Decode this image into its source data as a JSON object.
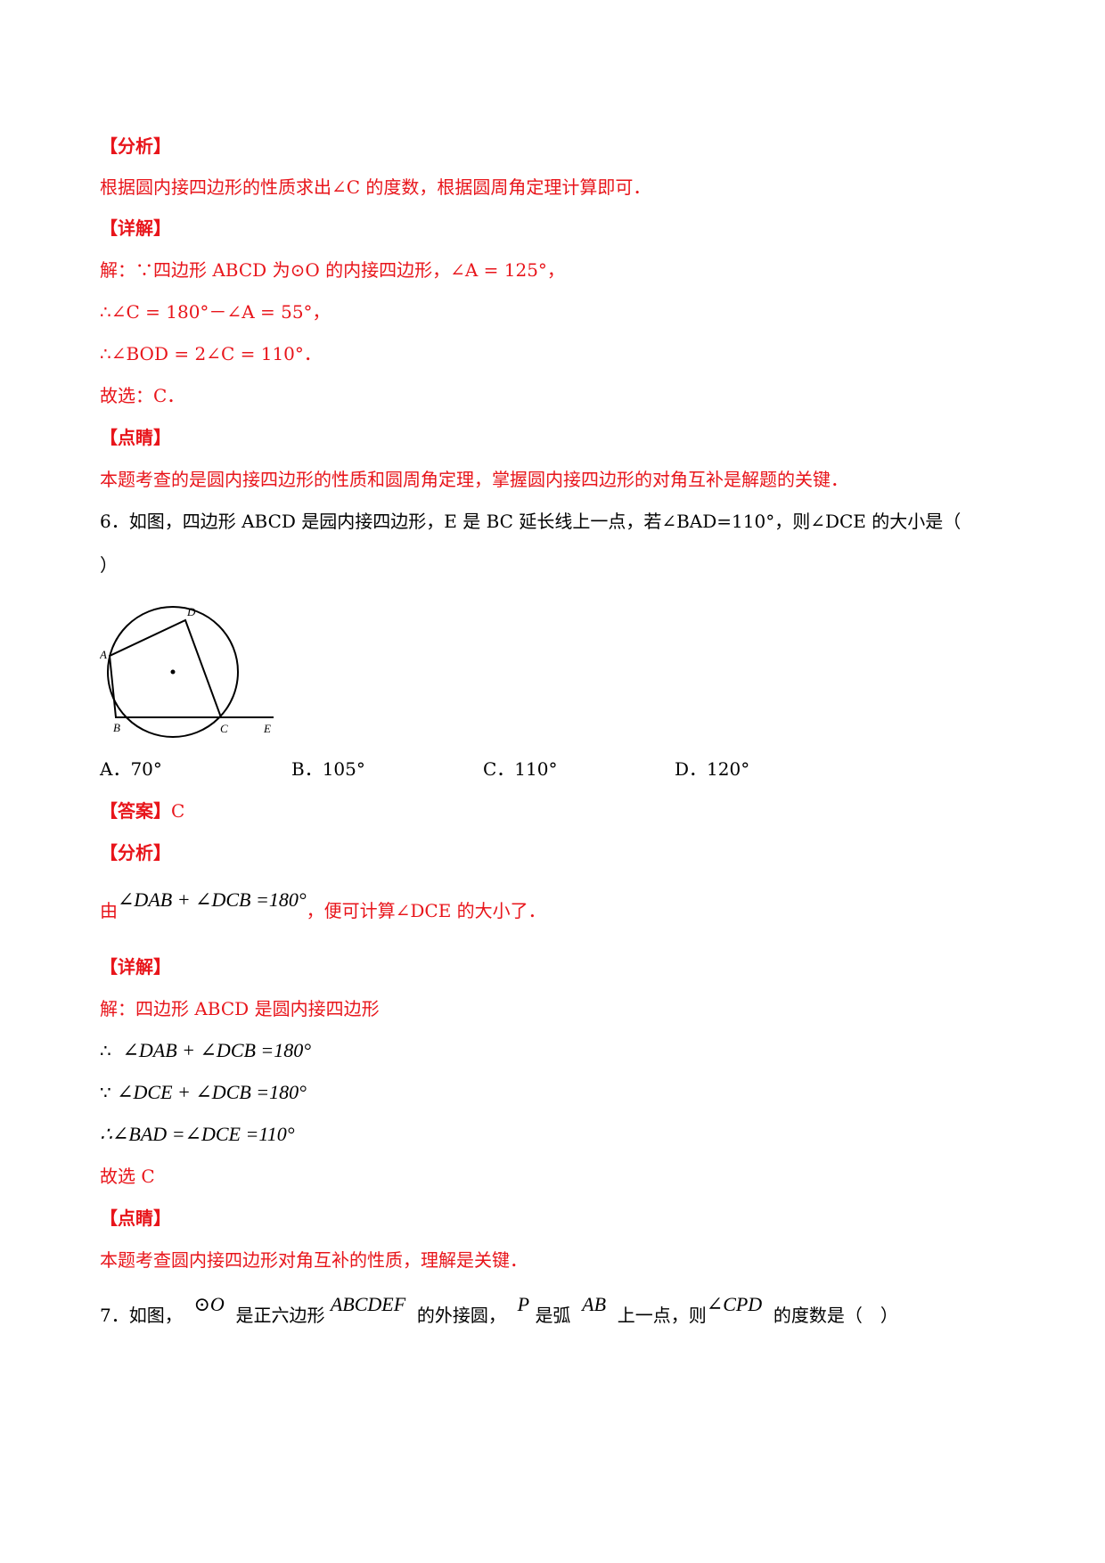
{
  "q5": {
    "analysis_head": "【分析】",
    "analysis": "根据圆内接四边形的性质求出∠C 的度数，根据圆周角定理计算即可．",
    "detail_head": "【详解】",
    "step1": "解：∵四边形 ABCD 为⊙O 的内接四边形，∠A = 125°，",
    "step2": "∴∠C = 180°－∠A = 55°，",
    "step3": "∴∠BOD = 2∠C = 110°．",
    "choice": "故选：C．",
    "comment_head": "【点睛】",
    "comment": "本题考查的是圆内接四边形的性质和圆周角定理，掌握圆内接四边形的对角互补是解题的关键．"
  },
  "q6": {
    "stem": "6．如图，四边形 ABCD 是园内接四边形，E 是 BC 延长线上一点，若∠BAD=110°，则∠DCE 的大小是（",
    "stem_end": "）",
    "figure_labels": {
      "A": "A",
      "B": "B",
      "C": "C",
      "D": "D",
      "E": "E"
    },
    "options": [
      "A．70°",
      "B．105°",
      "C．110°",
      "D．120°"
    ],
    "answer_head": "【答案】",
    "answer": "C",
    "analysis_head": "【分析】",
    "analysis_pre": "由",
    "analysis_math": "∠DAB + ∠DCB =180°",
    "analysis_post": "，便可计算∠DCE 的大小了．",
    "detail_head": "【详解】",
    "step1": "解：四边形 ABCD 是圆内接四边形",
    "step2_sym": "∴",
    "step2_math": "∠DAB + ∠DCB =180°",
    "step3_sym": "∵",
    "step3_math": "∠DCE + ∠DCB =180°",
    "step4_math": "∴∠BAD =∠DCE =110°",
    "choice": "故选 C",
    "comment_head": "【点睛】",
    "comment": "本题考查圆内接四边形对角互补的性质，理解是关键．"
  },
  "q7": {
    "p1": "7．如图，",
    "m1": "⊙O",
    "p2": "是正六边形",
    "m2": "ABCDEF",
    "p3": "的外接圆，",
    "m3": "P",
    "p4": "是弧",
    "m4": "AB",
    "p5": "上一点，则",
    "m5": "∠CPD",
    "p6": "的度数是（　）"
  }
}
